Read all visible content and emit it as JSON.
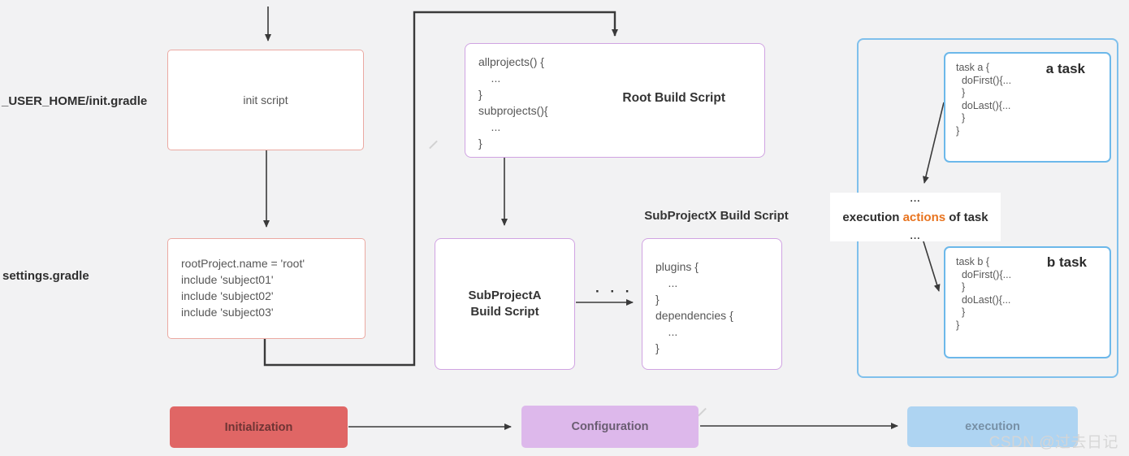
{
  "labels": {
    "user_home": "_USER_HOME/init.gradle",
    "settings": "settings.gradle",
    "subproject_x_title": "SubProjectX Build Script"
  },
  "boxes": {
    "init_script": {
      "text": "init script"
    },
    "settings": {
      "lines": [
        "rootProject.name = 'root'",
        "include 'subject01'",
        "include 'subject02'",
        "include 'subject03'"
      ]
    },
    "root_build": {
      "title": "Root Build Script",
      "lines": [
        "allprojects() {",
        "    ...",
        "}",
        "subprojects(){",
        "    ...",
        "}"
      ]
    },
    "subproject_a": {
      "line1": "SubProjectA",
      "line2": "Build Script"
    },
    "subproject_x": {
      "lines": [
        "plugins {",
        "    ...",
        "}",
        "dependencies {",
        "    ...",
        "}"
      ]
    },
    "task_a": {
      "label": "a task",
      "lines": [
        "task a {",
        "  doFirst(){...",
        "  }",
        "  doLast(){...",
        "  }",
        "}"
      ]
    },
    "task_b": {
      "label": "b task",
      "lines": [
        "task b {",
        "  doFirst(){...",
        "  }",
        "  doLast(){...",
        "  }",
        "}"
      ]
    }
  },
  "execution_note": {
    "part1": "execution ",
    "highlight": "actions",
    "part3": " of task",
    "dots_top": "...",
    "dots_bottom": "..."
  },
  "connector_dots": "·  ·  ·",
  "phases": {
    "initialization": "Initialization",
    "configuration": "Configuration",
    "execution": "execution"
  },
  "watermark": "CSDN @过去日记",
  "colors": {
    "red_border": "#eba9a2",
    "purple_border": "#d0a3e2",
    "blue_border": "#6cb8ea",
    "initialization_fill": "#e06665",
    "configuration_fill": "#ddb8eb",
    "execution_fill": "#aed4f2",
    "actions_orange": "#e8731e"
  }
}
